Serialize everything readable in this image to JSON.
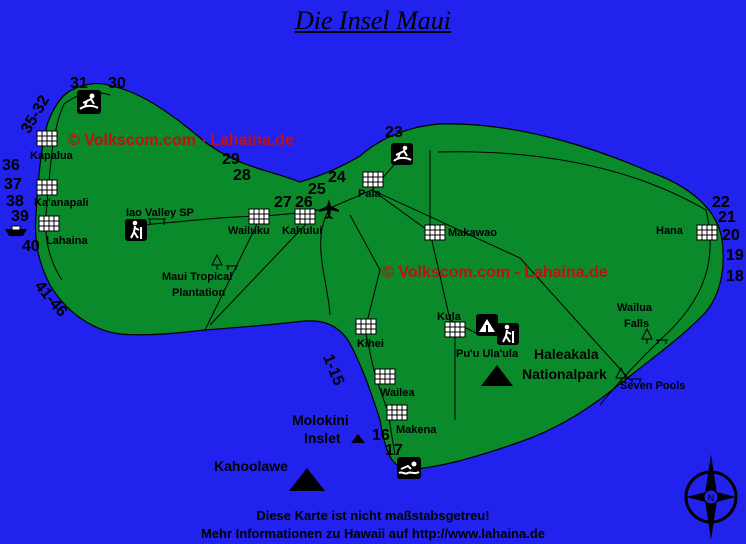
{
  "title": "Die Insel Maui",
  "copyright": "© Volkscom.com - Lahaina.de",
  "notes": {
    "scale": "Diese Karte ist nicht maßstabsgetreu!",
    "more_info": "Mehr Informationen zu Hawaii auf http://www.lahaina.de"
  },
  "places": {
    "kapalua": "Kapalua",
    "kaanapali": "Ka'anapali",
    "lahaina": "Lahaina",
    "iao": "Iao Valley SP",
    "wailuku": "Wailuku",
    "kahului": "Kahului",
    "paia": "Paia",
    "makawao": "Makawao",
    "hana": "Hana",
    "plantation_1": "Maui Tropical",
    "plantation_2": "Plantation",
    "kihei": "Kihei",
    "kula": "Kula",
    "puu_ulaula": "Pu'u Ula'ula",
    "haleakala_1": "Haleakala",
    "haleakala_2": "Nationalpark",
    "wailea": "Wailea",
    "makena": "Makena",
    "wailua_1": "Wailua",
    "wailua_2": "Falls",
    "seven_pools": "Seven Pools",
    "molokini_1": "Molokini",
    "molokini_2": "Inslet",
    "kahoolawe": "Kahoolawe"
  },
  "numbers": {
    "n31": "31",
    "n30": "30",
    "n35_32": "35-32",
    "n36": "36",
    "n37": "37",
    "n38": "38",
    "n39": "39",
    "n40": "40",
    "n41_46": "41-46",
    "n29": "29",
    "n28": "28",
    "n27": "27",
    "n26": "26",
    "n25": "25",
    "n24": "24",
    "n23": "23",
    "n22": "22",
    "n21": "21",
    "n20": "20",
    "n19": "19",
    "n18": "18",
    "n1_15": "1-15",
    "n16": "16",
    "n17": "17"
  },
  "compass": "N",
  "colors": {
    "ocean": "#2222ee",
    "land": "#0a8a2a",
    "copyright": "#c01010"
  }
}
